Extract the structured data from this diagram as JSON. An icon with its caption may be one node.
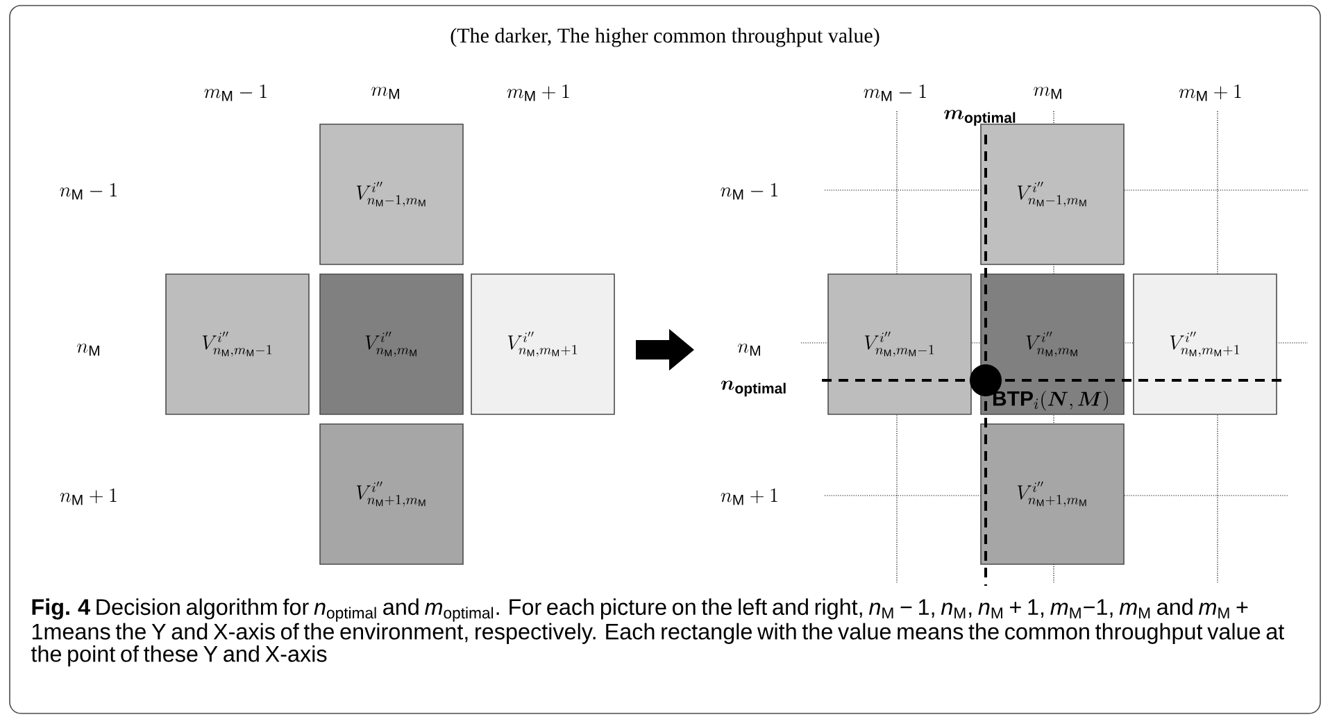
{
  "diagram": {
    "caption": "**Fig. 4** Decision algorithm for *n*$_{optimal}$ and *m*$_{optimal}$. For each picture on the left and right, *n*$_{M}$ − 1, *n*$_{M}$, *n*$_{M}$ + 1, *m*$_{M}$−1, *m*$_{M}$ and *m*$_{M}$ + 1means the Y and X-axis of the environment, respectively. Each rectangle with the value means the common throughput value at the point of these Y and X-axis",
    "nodes": [
      {
        "text": [
          "V^{i''}_{n_{\\mathrm{M}}-1,m_{\\mathrm{M}}}"
        ]
      },
      {
        "text": [
          "V^{i''}_{n_{\\mathrm{M}},m_{\\mathrm{M}}-1}"
        ]
      },
      {
        "text": [
          "V^{i''}_{n_{\\mathrm{M}},m_{\\mathrm{M}}}"
        ]
      },
      {
        "text": [
          "V^{i''}_{n_{\\mathrm{M}},m_{\\mathrm{M}}+1}"
        ]
      },
      {
        "text": [
          "V^{i''}_{n_{\\mathrm{M}}+1,m_{\\mathrm{M}}}"
        ]
      },
      {
        "text": [
          "V^{i''}_{n_{\\mathrm{M}}-1,m_{\\mathrm{M}}}"
        ]
      },
      {
        "text": [
          "V^{i''}_{n_{\\mathrm{M}},m_{\\mathrm{M}}-1}"
        ]
      },
      {
        "text": [
          "V^{i''}_{n_{\\mathrm{M}},m_{\\mathrm{M}}}"
        ]
      },
      {
        "text": [
          "V^{i''}_{n_{\\mathrm{M}},m_{\\mathrm{M}}+1}"
        ]
      },
      {
        "text": [
          "V^{i''}_{n_{\\mathrm{M}}+1,m_{\\mathrm{M}}}"
        ]
      },
      {
        "text": [],
        "shape": "circle",
        "beside": [
          "\\mathbf{BTP}_{i}(\\boldsymbol{N},\\boldsymbol{M})"
        ]
      }
    ],
    "labels": [
      "(The darker, The higher common throughput value)",
      "m_{\\mathrm{M}}-1",
      "m_{\\mathrm{M}}",
      "m_{\\mathrm{M}}+1",
      "m_{\\mathrm{M}}-1",
      "m_{\\mathrm{M}}",
      "m_{\\mathrm{M}}+1",
      "\\boldsymbol{m}_{\\mathbf{optimal}}",
      "n_{\\mathrm{M}}-1",
      "n_{\\mathrm{M}}-1",
      "n_{\\mathrm{M}}",
      "n_{\\mathrm{M}}",
      "\\boldsymbol{n}_{\\mathbf{optimal}}",
      "n_{\\mathrm{M}}+1",
      "n_{\\mathrm{M}}+1"
    ]
  }
}
